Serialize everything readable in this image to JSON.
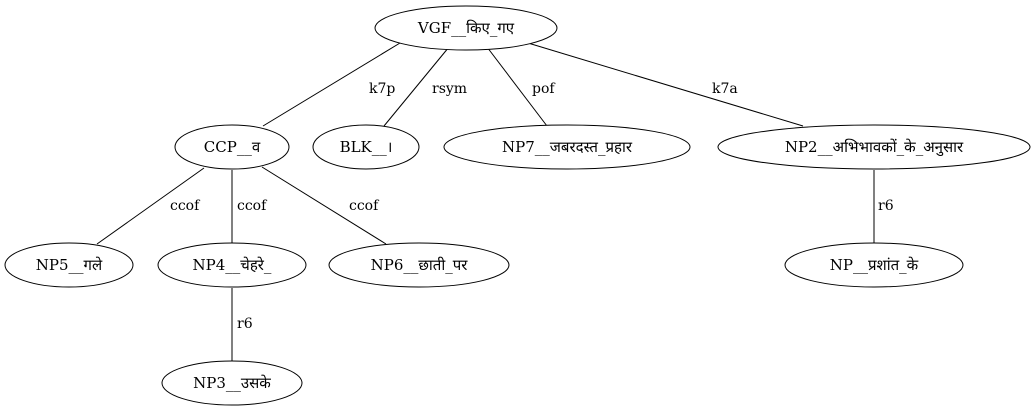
{
  "nodes": {
    "root": "VGF__किए_गए",
    "ccp": "CCP__व",
    "blk": "BLK__।",
    "np7": "NP7__जबरदस्त_प्रहार",
    "np2": "NP2__अभिभावकों_के_अनुसार",
    "np5": "NP5__गले",
    "np4": "NP4__चेहरे_",
    "np6": "NP6__छाती_पर",
    "np3": "NP3__उसके",
    "np": "NP__प्रशांत_के"
  },
  "edges": {
    "root_ccp": "k7p",
    "root_blk": "rsym",
    "root_np7": "pof",
    "root_np2": "k7a",
    "ccp_np5": "ccof",
    "ccp_np4": "ccof",
    "ccp_np6": "ccof",
    "np4_np3": "r6",
    "np2_np": "r6"
  }
}
